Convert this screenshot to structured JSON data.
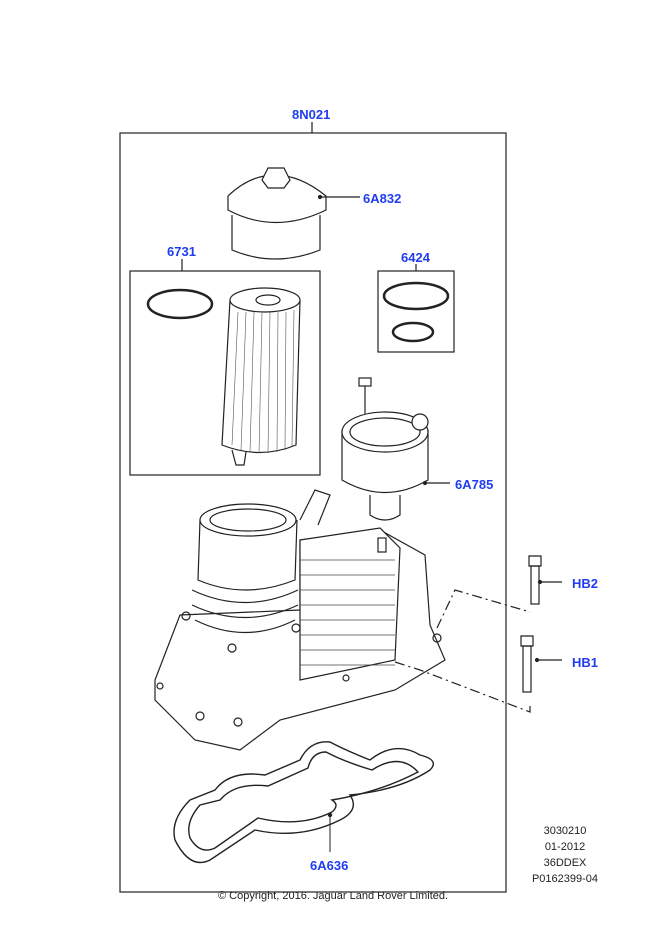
{
  "callouts": {
    "assembly": "8N021",
    "cap": "6A832",
    "filter_kit": "6731",
    "seal_kit": "6424",
    "valve": "6A785",
    "bolt_hb2": "HB2",
    "bolt_hb1": "HB1",
    "gasket": "6A636"
  },
  "meta": {
    "line1": "3030210",
    "line2": "01-2012",
    "line3": "36DDEX",
    "line4": "P0162399-04"
  },
  "copyright": "© Copyright, 2016. Jaguar Land Rover Limited.",
  "colors": {
    "callout": "#1f3df0",
    "line": "#222222"
  }
}
